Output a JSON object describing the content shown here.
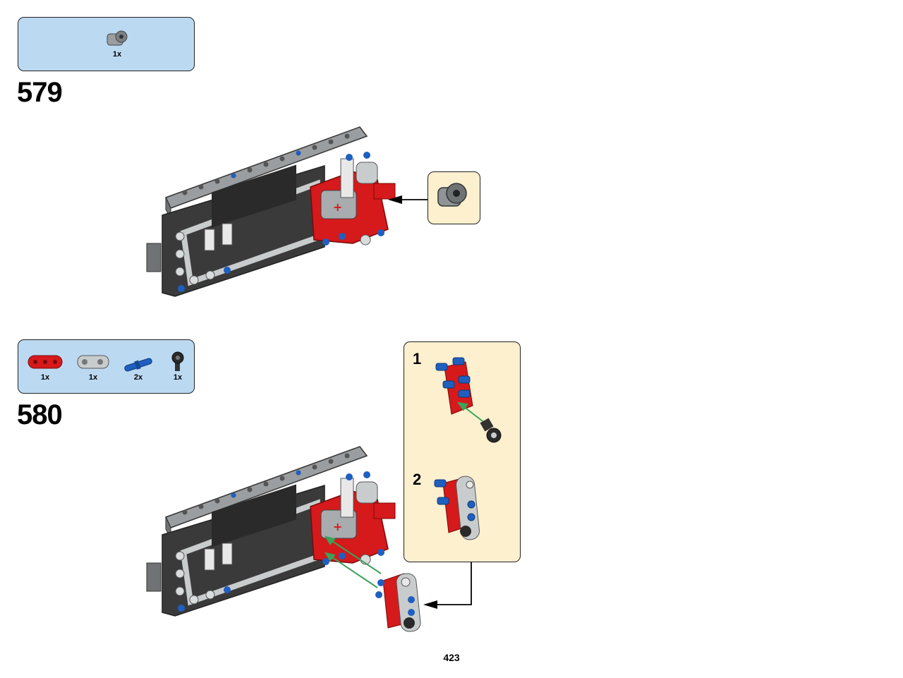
{
  "steps": [
    {
      "number": "579",
      "parts": [
        {
          "icon": "gray-connector-icon",
          "qty": "1x"
        }
      ]
    },
    {
      "number": "580",
      "parts": [
        {
          "icon": "red-beam-icon",
          "qty": "1x"
        },
        {
          "icon": "gray-cross-block-icon",
          "qty": "1x"
        },
        {
          "icon": "blue-pin-icon",
          "qty": "2x"
        },
        {
          "icon": "black-connector-icon",
          "qty": "1x"
        }
      ],
      "substeps": [
        {
          "number": "1"
        },
        {
          "number": "2"
        }
      ]
    }
  ],
  "page_number": "423",
  "colors": {
    "parts_box_bg": "#bcd9f2",
    "callout_bg": "#fdf0cf",
    "brick_red": "#d6191b",
    "frame_dark": "#3a3a3a",
    "frame_gray": "#8f9496",
    "pin_blue": "#1f5fbf",
    "arrow_green": "#3aa35a"
  }
}
